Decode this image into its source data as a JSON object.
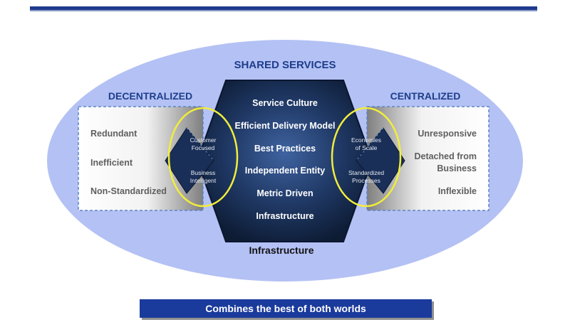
{
  "title": "SHARED SERVICES",
  "left_heading": "DECENTRALIZED",
  "right_heading": "CENTRALIZED",
  "left_items": [
    "Redundant",
    "Inefficient",
    "Non-Standardized"
  ],
  "right_items": [
    "Unresponsive",
    "Detached from",
    "Business",
    "Inflexible"
  ],
  "center_items": [
    "Service Culture",
    "Efficient Delivery Model",
    "Best Practices",
    "Independent Entity",
    "Metric Driven",
    "Infrastructure"
  ],
  "left_circle": [
    "Customer",
    "Focused",
    "Business",
    "Intelligent"
  ],
  "right_circle": [
    "Economies",
    "of Scale",
    "Standardized",
    "Processes"
  ],
  "bottom_label": "Infrastructure",
  "banner": "Combines the best of both worlds",
  "colors": {
    "ellipse": "#b4c1f4",
    "hex_dark": "#0f1f3a",
    "hex_light": "#34578c",
    "circle_outline": "#f2ee3a",
    "heading": "#1d3e8c",
    "banner": "#1a3a9c"
  }
}
